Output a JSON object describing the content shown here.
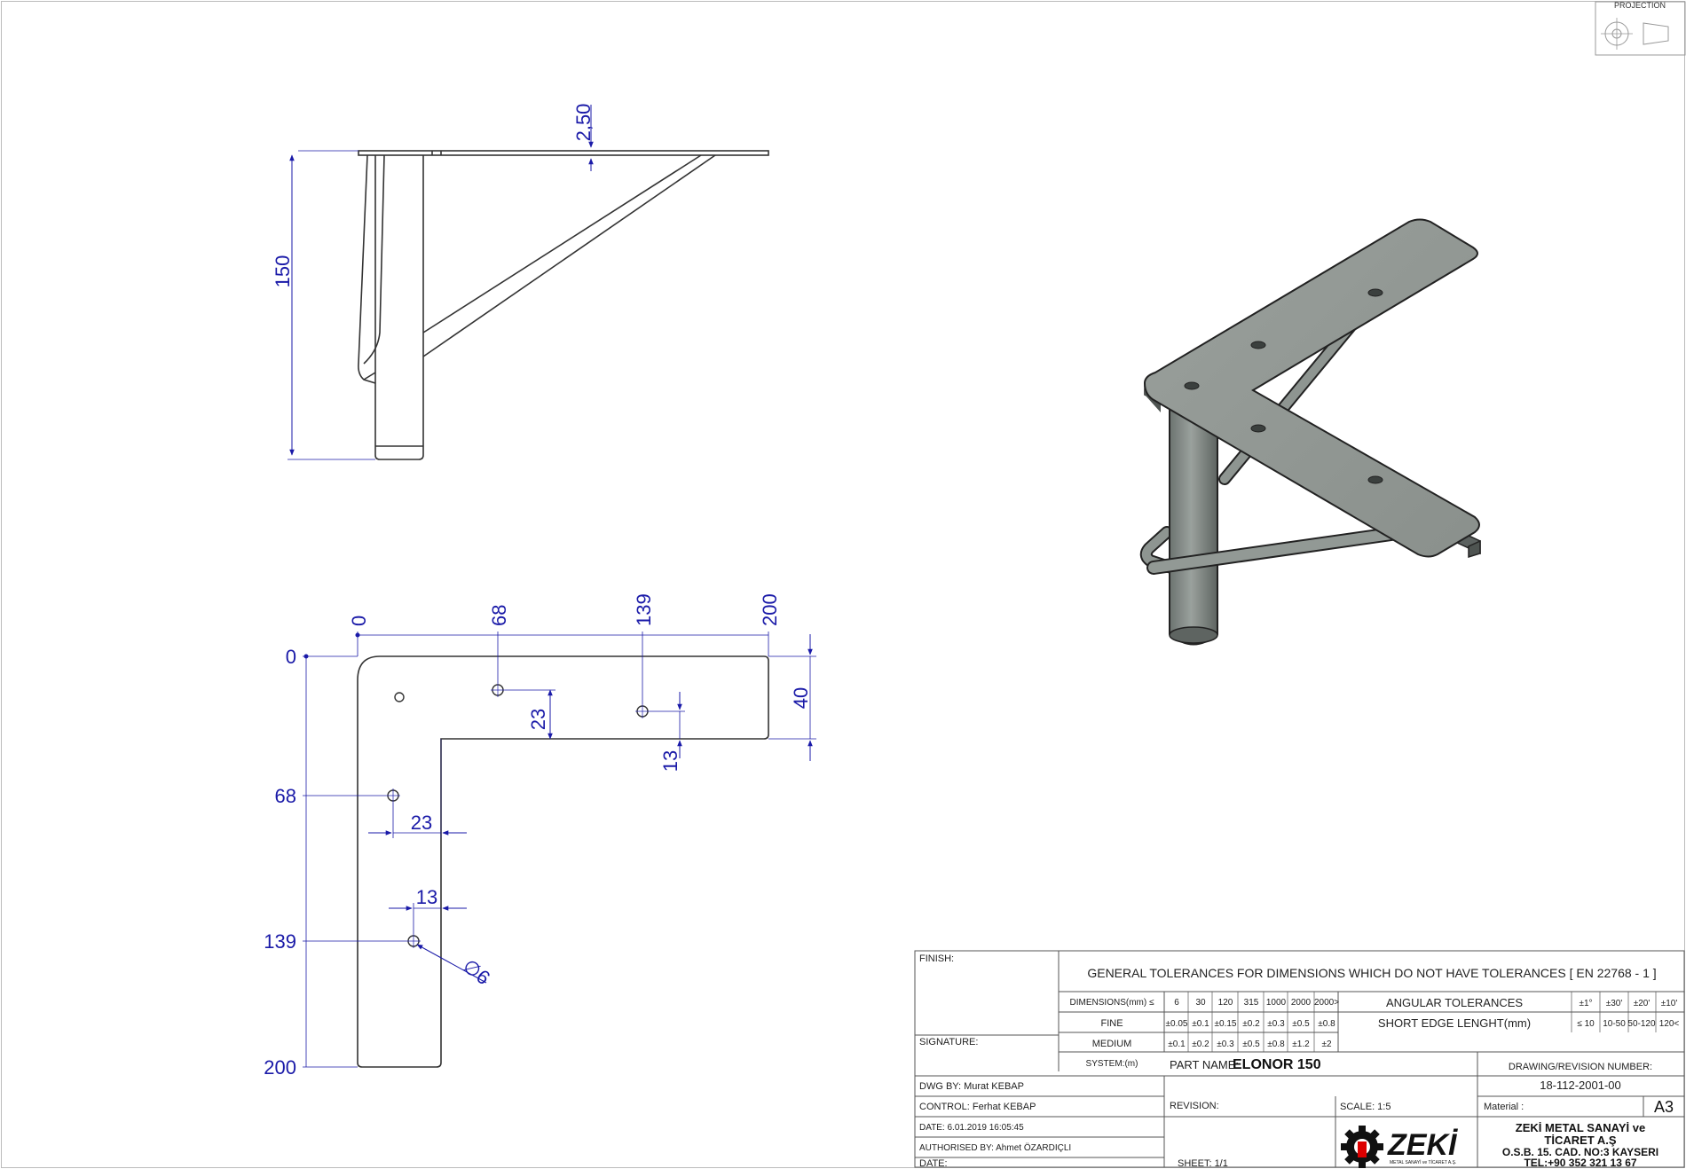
{
  "projection": {
    "label": "PROJECTION"
  },
  "side_view": {
    "dims": {
      "thickness": "2,50",
      "height": "150"
    }
  },
  "top_view": {
    "dims": {
      "x_0": "0",
      "x_68": "68",
      "x_139": "139",
      "x_200": "200",
      "y_0": "0",
      "y_68": "68",
      "y_139": "139",
      "y_200": "200",
      "width_40": "40",
      "offset_23_h": "23",
      "offset_13_h": "13",
      "offset_23_v": "23",
      "offset_13_v": "13",
      "hole_dia": "∅6"
    }
  },
  "title_block": {
    "finish_label": "FINISH:",
    "signature_label": "SIGNATURE:",
    "general_tolerances": "GENERAL TOLERANCES FOR DIMENSIONS WHICH DO NOT HAVE TOLERANCES [ EN 22768 - 1 ]",
    "dimensions_label": "DIMENSIONS(mm) ≤",
    "dim_values": [
      "6",
      "30",
      "120",
      "315",
      "1000",
      "2000",
      "2000>"
    ],
    "fine_label": "FINE",
    "fine_values": [
      "±0.05",
      "±0.1",
      "±0.15",
      "±0.2",
      "±0.3",
      "±0.5",
      "±0.8"
    ],
    "medium_label": "MEDIUM",
    "medium_values": [
      "±0.1",
      "±0.2",
      "±0.3",
      "±0.5",
      "±0.8",
      "±1.2",
      "±2"
    ],
    "system_label": "SYSTEM:(m)",
    "angular_label": "ANGULAR  TOLERANCES",
    "angular_values": [
      "±1°",
      "±30'",
      "±20'",
      "±10'"
    ],
    "short_edge_label": "SHORT EDGE LENGHT(mm)",
    "short_edge_values": [
      "≤ 10",
      "10-50",
      "50-120",
      "120<"
    ],
    "part_name_label": "PART NAME:",
    "part_name": "ELONOR 150",
    "drawing_number_label": "DRAWING/REVISION NUMBER:",
    "drawing_number": "18-112-2001-00",
    "dwg_by": "DWG BY:   Murat KEBAP",
    "control": "CONTROL:  Ferhat KEBAP",
    "date_created": "DATE: 6.01.2019 16:05:45",
    "authorised": "AUTHORISED BY: Ahmet ÖZARDIÇLI",
    "date_label": "DATE:",
    "revision_label": "REVISION:",
    "scale": "SCALE: 1:5",
    "material_label": "Material :",
    "paper_size": "A3",
    "sheet": "SHEET: 1/1",
    "logo_text": "ZEKİ",
    "logo_subtext": "METAL SANAYİ ve TİCARET A.Ş.",
    "company_line1": "ZEKİ METAL SANAYİ ve",
    "company_line2": "TİCARET A.Ş",
    "company_line3": "O.S.B. 15. CAD. NO:3  KAYSERI",
    "company_line4": "TEL:+90 352 321 13 67"
  }
}
